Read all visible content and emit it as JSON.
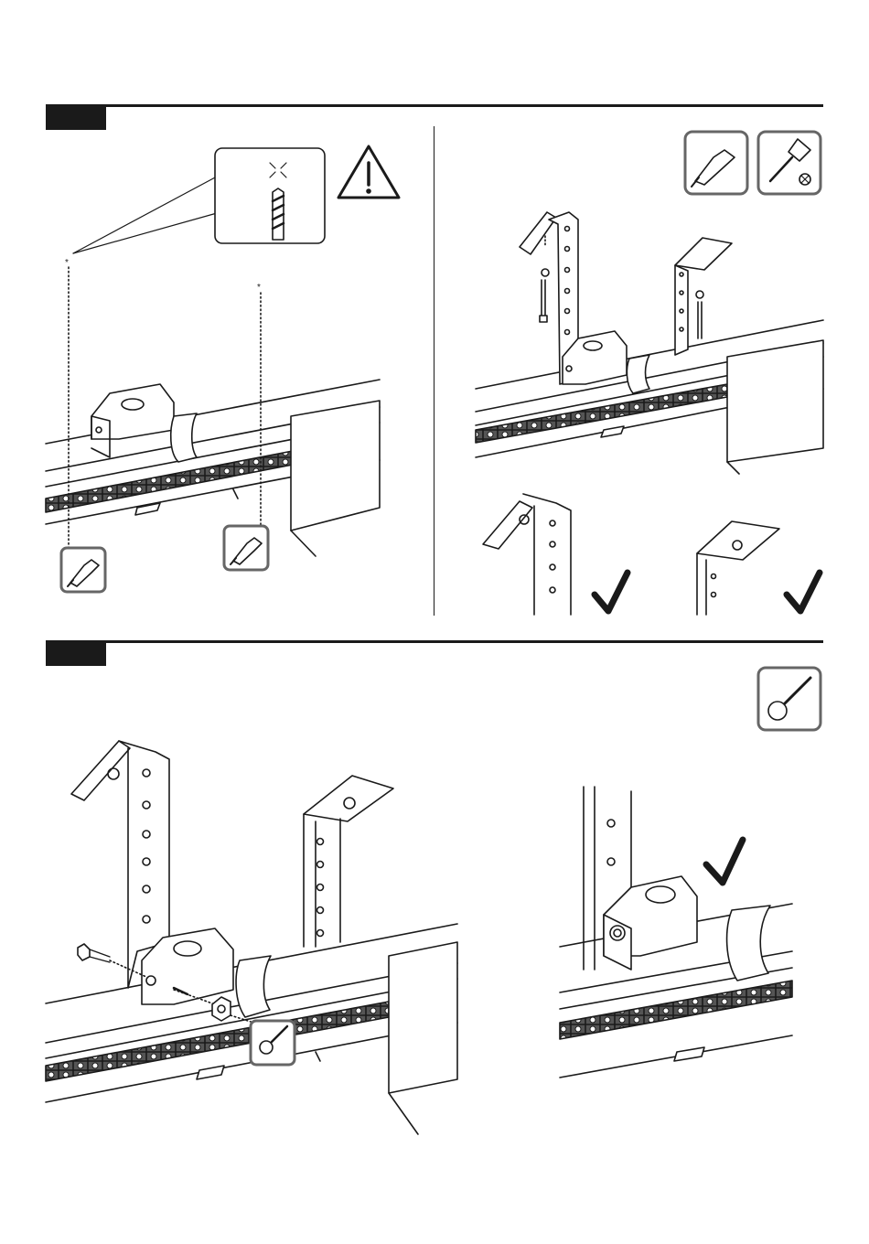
{
  "steps": [
    {
      "id": "step-a",
      "panels": [
        "drill-mark-panel",
        "bracket-screw-panel"
      ]
    },
    {
      "id": "step-b",
      "panels": [
        "bolt-assembly-panel",
        "result-detail-panel"
      ]
    }
  ],
  "icons": {
    "tool_drill": "drill-icon",
    "tool_screwdriver": "phillips-screwdriver-icon",
    "tool_wrench": "ring-wrench-icon",
    "warning": "warning-triangle-icon",
    "ok": "checkmark-icon"
  },
  "colors": {
    "line": "#1a1a1a",
    "icon_frame": "#666666",
    "chain": "#555555",
    "background": "#ffffff"
  }
}
